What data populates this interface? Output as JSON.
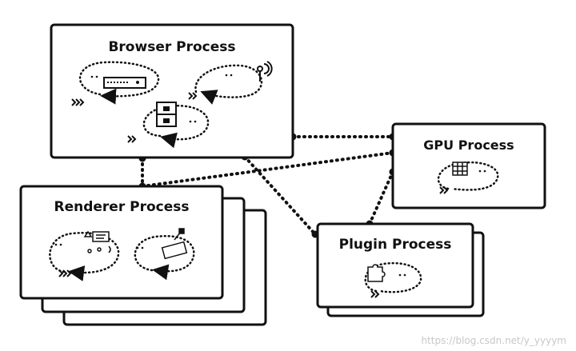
{
  "processes": {
    "browser": {
      "label": "Browser Process"
    },
    "gpu": {
      "label": "GPU Process"
    },
    "renderer": {
      "label": "Renderer Process"
    },
    "plugin": {
      "label": "Plugin Process"
    }
  },
  "watermark": "https://blog.csdn.net/y_yyyym",
  "colors": {
    "stroke": "#111111",
    "background": "#ffffff",
    "watermark": "#c8c8c8"
  },
  "icons": [
    "network-icon",
    "radio-antenna-icon",
    "storage-icon",
    "gpu-chip-icon",
    "renderer-tools-icon",
    "paint-brush-icon",
    "plugin-puzzle-icon"
  ]
}
